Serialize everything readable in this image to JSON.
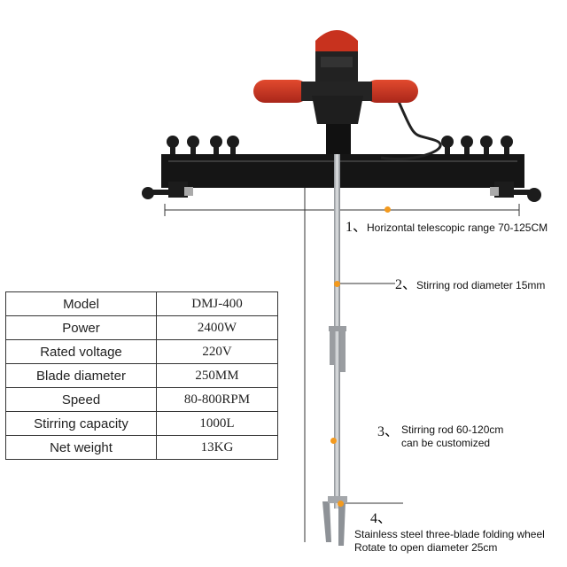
{
  "spec_table": {
    "rows": [
      {
        "label": "Model",
        "value": "DMJ-400"
      },
      {
        "label": "Power",
        "value": "2400W"
      },
      {
        "label": "Rated voltage",
        "value": "220V"
      },
      {
        "label": "Blade diameter",
        "value": "250MM"
      },
      {
        "label": "Speed",
        "value": "80-800RPM"
      },
      {
        "label": "Stirring capacity",
        "value": "1000L"
      },
      {
        "label": "Net weight",
        "value": "13KG"
      }
    ]
  },
  "callouts": [
    {
      "number": "1、",
      "lines": [
        "Horizontal telescopic range 70-125CM"
      ]
    },
    {
      "number": "2、",
      "lines": [
        "Stirring rod diameter 15mm"
      ]
    },
    {
      "number": "3、",
      "lines": [
        "Stirring rod 60-120cm",
        "can be customized"
      ]
    },
    {
      "number": "4、",
      "lines": [
        "Stainless steel three-blade folding wheel",
        "Rotate to open diameter 25cm"
      ]
    }
  ],
  "colors": {
    "accent_orange": "#f39a1e",
    "motor_red": "#c8321e",
    "frame_black": "#151515",
    "rod_steel": "#b9bcc0"
  }
}
